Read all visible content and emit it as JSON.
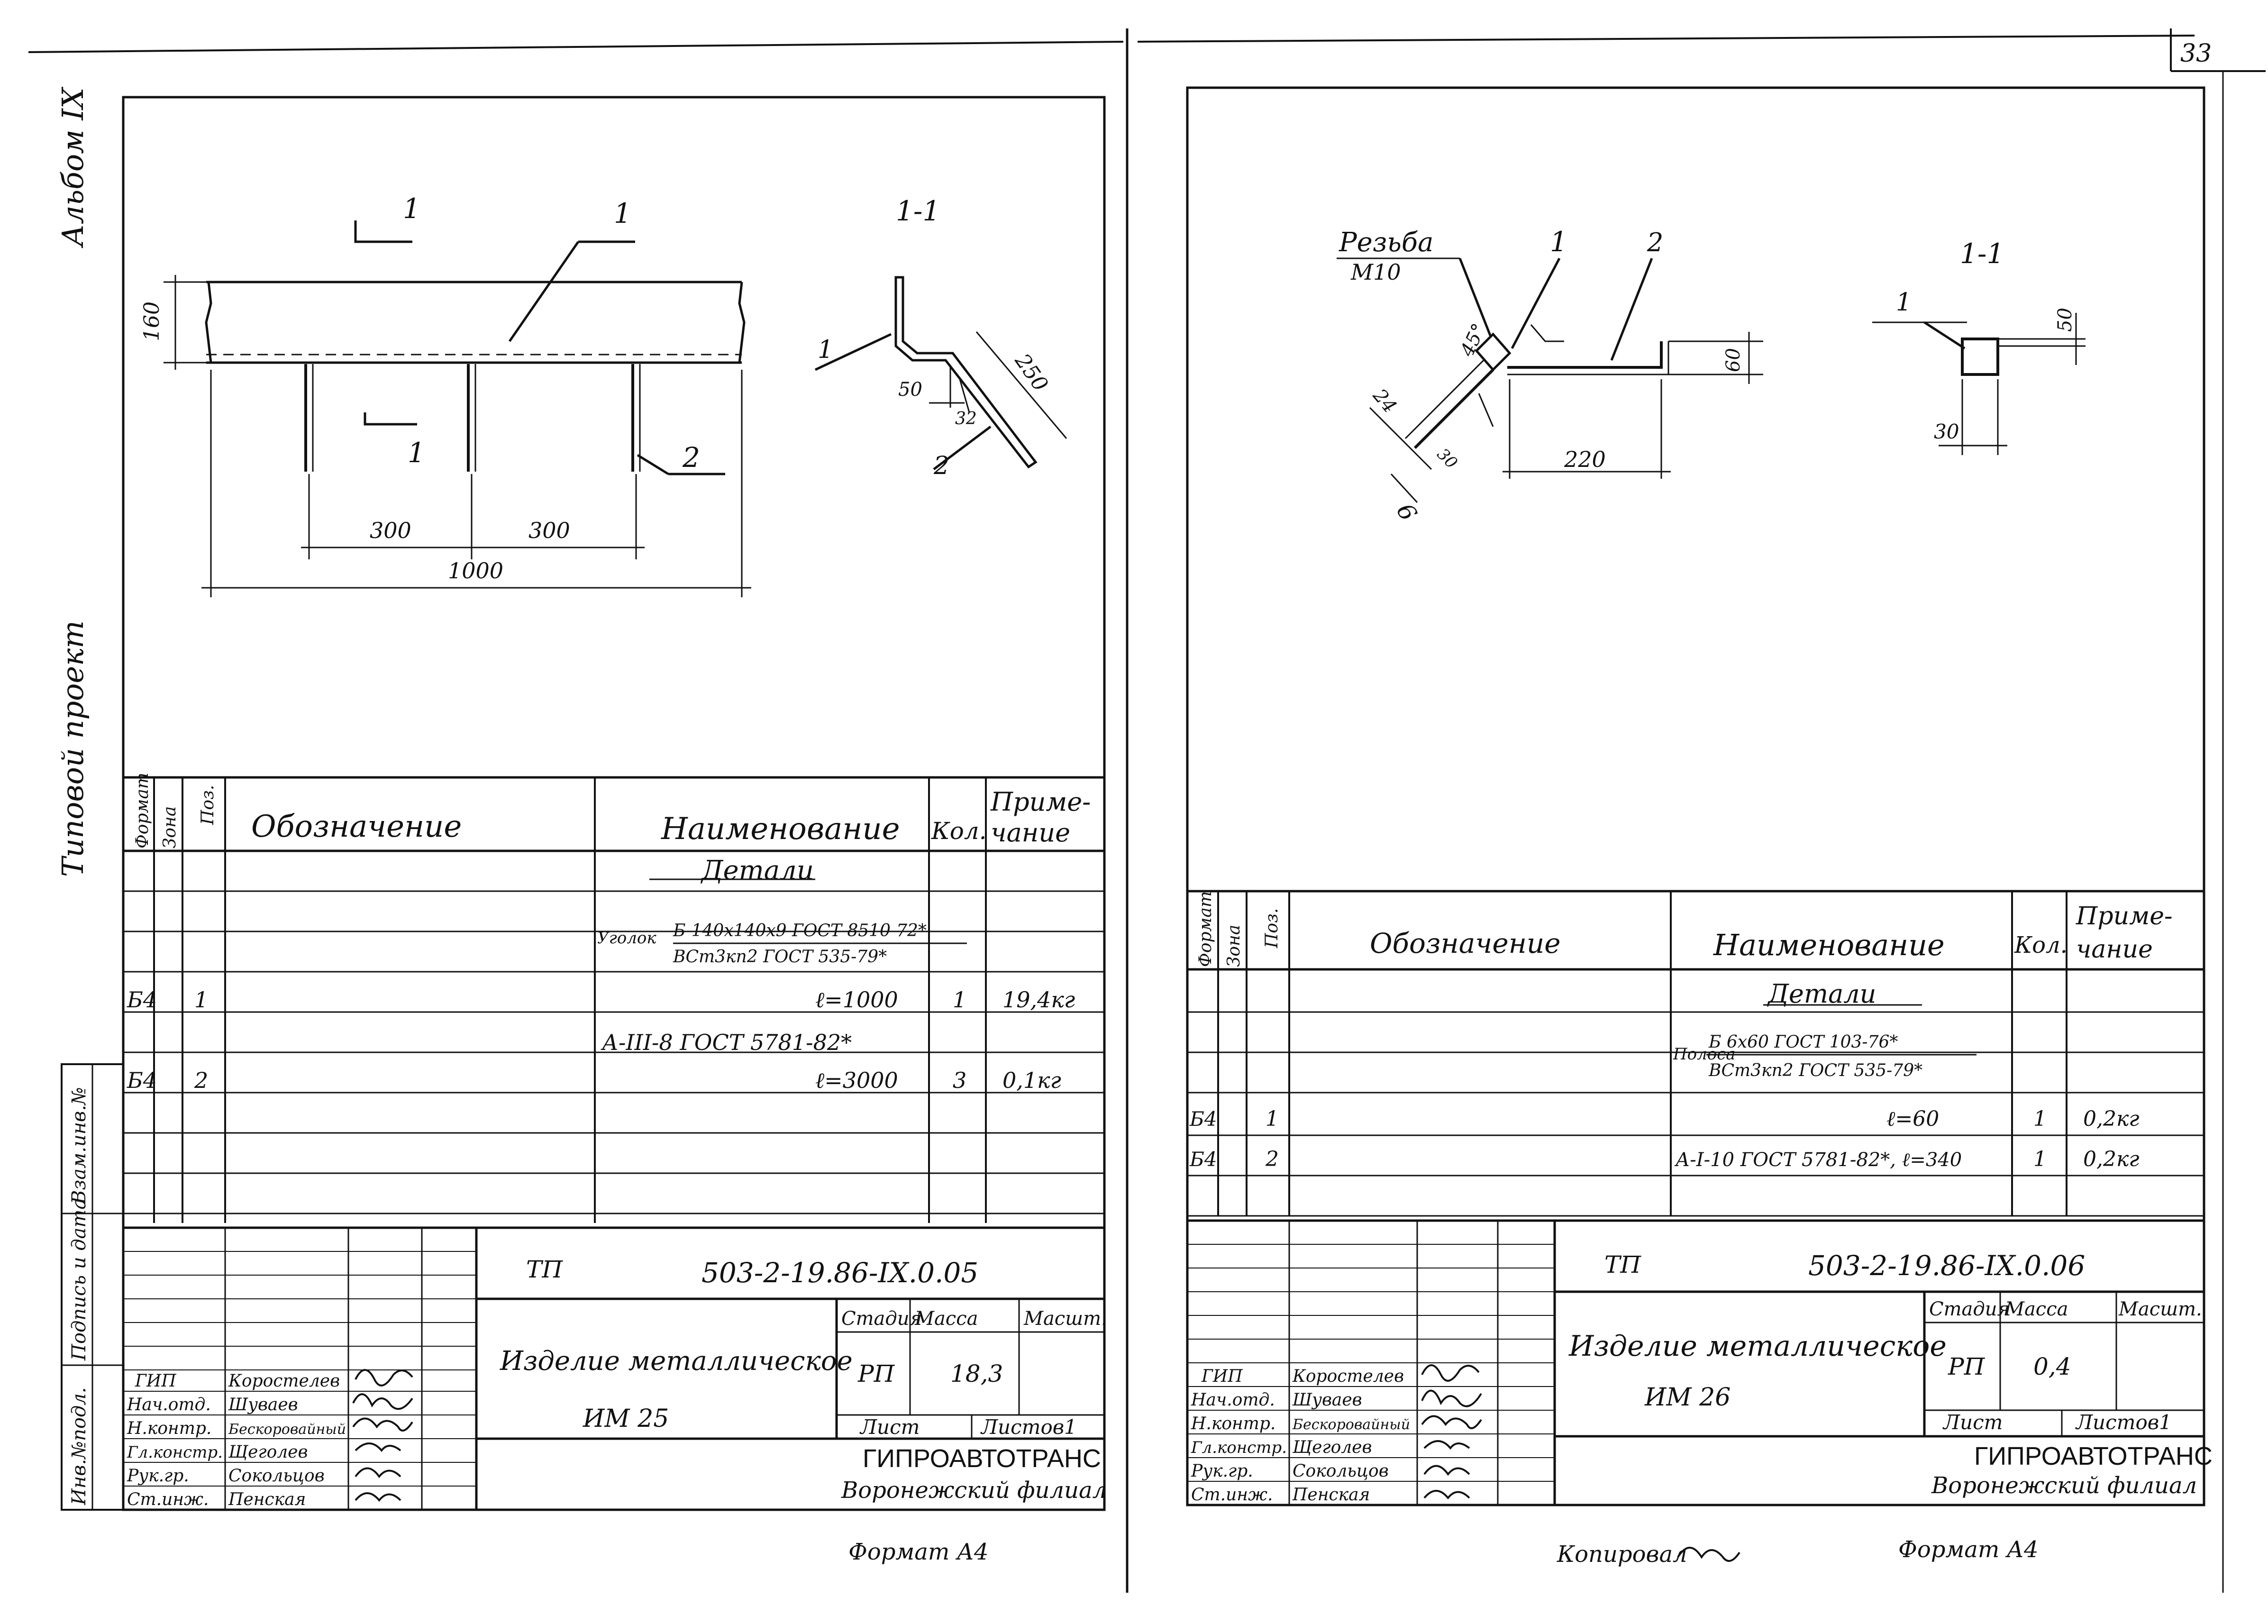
{
  "page_number": "33",
  "left_margin": {
    "album": "Альбом IX",
    "project": "Типовой проект",
    "vzam": "Взам.инв.№",
    "podpis": "Подпись и дата",
    "inv_podl": "Инв.№подл."
  },
  "spec_headers": {
    "format": "Формат",
    "zona": "Зона",
    "poz": "Поз.",
    "oboznachenie": "Обозначение",
    "naimenovanie": "Наименование",
    "kol": "Кол.",
    "prim1": "Приме-",
    "prim2": "чание"
  },
  "sheet1": {
    "drawing": {
      "callout_1": "1",
      "callout_2": "2",
      "section_mark": "1",
      "dim_160": "160",
      "dim_300a": "300",
      "dim_300b": "300",
      "dim_1000": "1000",
      "section_title": "1-1",
      "dim_250": "250",
      "dim_50": "50",
      "dim_32": "32"
    },
    "spec": {
      "section": "Детали",
      "angle_word": "Уголок",
      "angle_top": "Б-140х140х9 ГОСТ 8510-72*",
      "angle_bot": "ВСт3кп2 ГОСТ 535-79*",
      "row1": {
        "format": "Б4",
        "pos": "1",
        "name": "ℓ=1000",
        "qty": "1",
        "note": "19,4кг"
      },
      "rebar": "А-III-8  ГОСТ 5781-82*",
      "row2": {
        "format": "Б4",
        "pos": "2",
        "name": "ℓ=3000",
        "qty": "3",
        "note": "0,1кг"
      }
    },
    "title_block": {
      "tp": "ТП",
      "code": "503-2-19.86-IX.0.05",
      "product_line1": "Изделие металлическое",
      "product_line2": "ИМ 25",
      "stage_hdr": "Стадия",
      "mass_hdr": "Масса",
      "scale_hdr": "Масшт.",
      "stage": "РП",
      "mass": "18,3",
      "list_hdr": "Лист",
      "lists_hdr": "Листов1",
      "org1": "ГИПРОАВТОТРАНС",
      "org2": "Воронежский филиал",
      "roles": [
        "ГИП",
        "Нач.отд.",
        "Н.контр.",
        "Гл.констр.",
        "Рук.гр.",
        "Ст.инж."
      ],
      "names": [
        "Коростелев",
        "Шуваев",
        "Бескоровайный",
        "Щеголев",
        "Сокольцов",
        "Пенская"
      ]
    },
    "footer": "Формат А4"
  },
  "sheet2": {
    "drawing": {
      "thread_label": "Резьба",
      "thread_size": "М10",
      "callout_1": "1",
      "callout_2": "2",
      "angle": "45°",
      "dim_60": "60",
      "dim_24": "24",
      "dim_30": "30",
      "dim_6": "6",
      "dim_220": "220",
      "section_title": "1-1",
      "sec_callout": "1",
      "sec_dim_50": "50",
      "sec_dim_30": "30"
    },
    "spec": {
      "section": "Детали",
      "strip_word": "Полоса",
      "strip_top": "Б 6х60 ГОСТ 103-76*",
      "strip_bot": "ВСт3кп2 ГОСТ 535-79*",
      "row1": {
        "format": "Б4",
        "pos": "1",
        "name": "ℓ=60",
        "qty": "1",
        "note": "0,2кг"
      },
      "row2": {
        "format": "Б4",
        "pos": "2",
        "name": "А-I-10 ГОСТ 5781-82*, ℓ=340",
        "qty": "1",
        "note": "0,2кг"
      }
    },
    "title_block": {
      "tp": "ТП",
      "code": "503-2-19.86-IX.0.06",
      "product_line1": "Изделие металлическое",
      "product_line2": "ИМ 26",
      "stage_hdr": "Стадия",
      "mass_hdr": "Масса",
      "scale_hdr": "Масшт.",
      "stage": "РП",
      "mass": "0,4",
      "list_hdr": "Лист",
      "lists_hdr": "Листов1",
      "org1": "ГИПРОАВТОТРАНС",
      "org2": "Воронежский филиал",
      "roles": [
        "ГИП",
        "Нач.отд.",
        "Н.контр.",
        "Гл.констр.",
        "Рук.гр.",
        "Ст.инж."
      ],
      "names": [
        "Коростелев",
        "Шуваев",
        "Бескоровайный",
        "Щеголев",
        "Сокольцов",
        "Пенская"
      ]
    },
    "copied": "Копировал",
    "footer": "Формат А4"
  }
}
